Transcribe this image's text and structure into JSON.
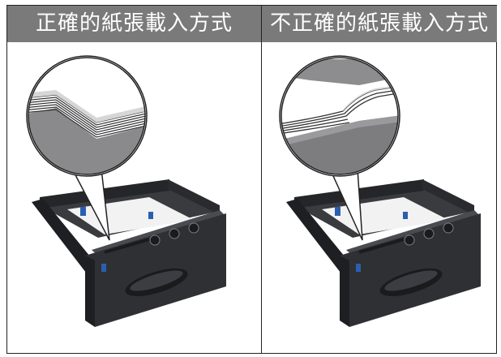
{
  "headers": {
    "correct": "正確的紙張載入方式",
    "incorrect": "不正確的紙張載入方式"
  },
  "colors": {
    "header_bg": "#7a7a7a",
    "tray_body": "#2f3033",
    "tray_dark": "#1e1f22",
    "tray_highlight": "#55575c",
    "paper": "#f2f2f2",
    "accent_blue": "#2a5fb0",
    "lens_border": "#222222"
  },
  "icons": [
    "paper-stack-flat-illustration",
    "paper-stack-curled-illustration",
    "paper-tray-illustration"
  ]
}
